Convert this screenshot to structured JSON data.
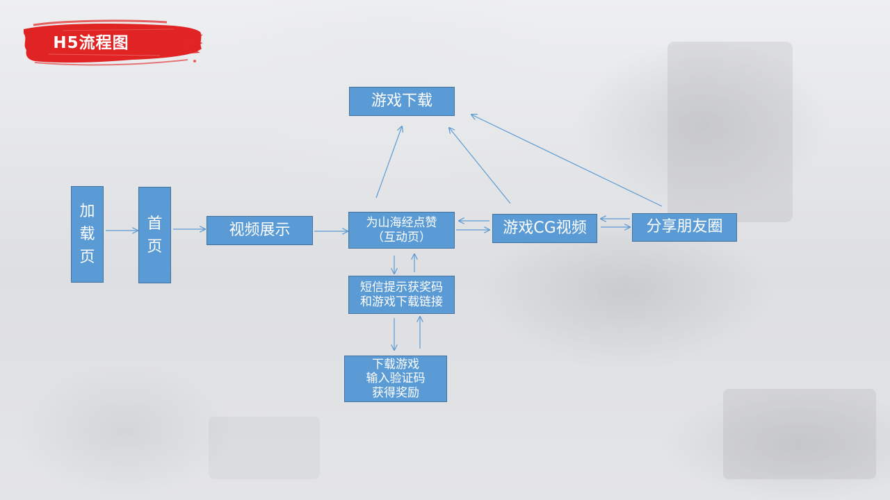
{
  "slide": {
    "title": "H5流程图"
  },
  "colors": {
    "node_fill": "#5b9bd5",
    "node_border": "#41719c",
    "arrow": "#5b9bd5",
    "title_brush": "#e02424"
  },
  "nodes": {
    "loading": {
      "chars": [
        "加",
        "载",
        "页"
      ]
    },
    "home": {
      "chars": [
        "首",
        "页"
      ]
    },
    "video_show": {
      "label": "视频展示"
    },
    "like": {
      "line1": "为山海经点赞",
      "line2": "（互动页）"
    },
    "sms": {
      "line1": "短信提示获奖码",
      "line2": "和游戏下载链接"
    },
    "reward": {
      "line1": "下载游戏",
      "line2": "输入验证码",
      "line3": "获得奖励"
    },
    "game_download": {
      "label": "游戏下载"
    },
    "cg_video": {
      "label": "游戏CG视频"
    },
    "share": {
      "label": "分享朋友圈"
    }
  }
}
